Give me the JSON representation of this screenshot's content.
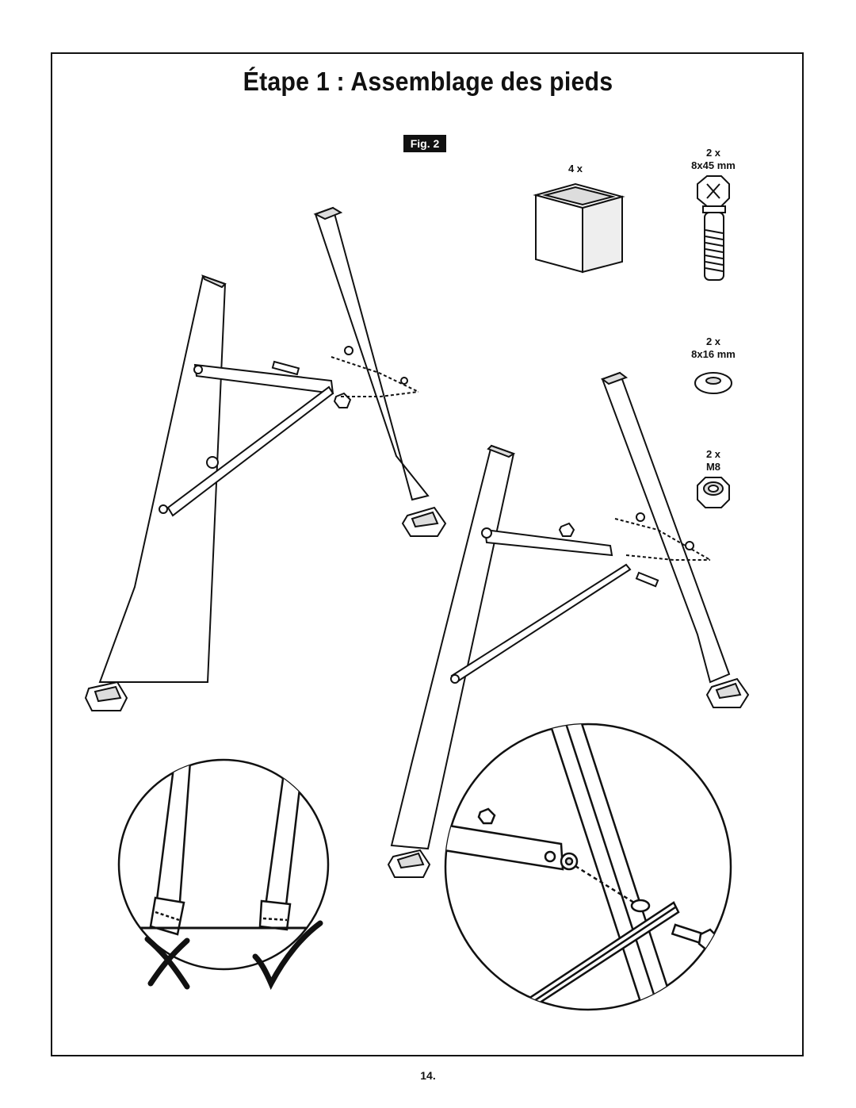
{
  "document": {
    "title": "Étape 1 : Assemblage des pieds",
    "figure_label": "Fig. 2",
    "page_number": "14."
  },
  "hardware": {
    "foot_cap": {
      "qty": "4 x",
      "icon": "foot-cap-icon"
    },
    "bolt": {
      "qty": "2 x",
      "size": "8x45 mm",
      "icon": "bolt-icon"
    },
    "washer": {
      "qty": "2 x",
      "size": "8x16 mm",
      "icon": "washer-icon"
    },
    "nut": {
      "qty": "2 x",
      "size": "M8",
      "icon": "hex-nut-icon"
    }
  },
  "colors": {
    "ink": "#111111",
    "fill": "#ffffff",
    "shade": "#d9d9d9"
  }
}
